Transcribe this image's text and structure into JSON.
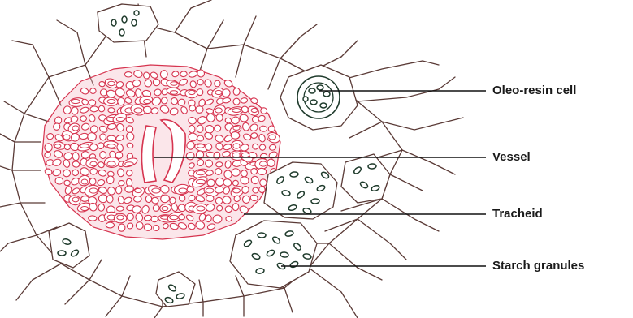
{
  "labels": {
    "oleo_resin_cell": "Oleo-resin cell",
    "vessel": "Vessel",
    "tracheid": "Tracheid",
    "starch_granules": "Starch granules"
  },
  "colors": {
    "xylem_stroke": "#d6344f",
    "xylem_fill": "#f3b7c3",
    "cell_wall": "#5a3a36",
    "granule_stroke": "#1f3b2c",
    "pointer_line": "#111111"
  }
}
